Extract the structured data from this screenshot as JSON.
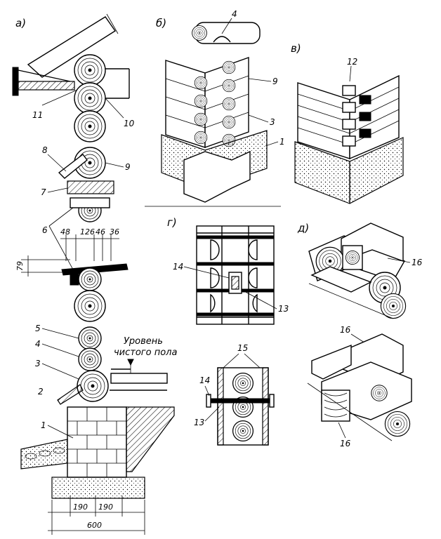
{
  "panels": {
    "a": "а)",
    "b": "б)",
    "v": "в)",
    "g": "г)",
    "d": "д)"
  },
  "labels": {
    "n1_a": "1",
    "n2_a": "2",
    "n3_a": "3",
    "n4_a": "4",
    "n5_a": "5",
    "n6_a": "6",
    "n7_a": "7",
    "n8_a": "8",
    "n9_a": "9",
    "n10_a": "10",
    "n11_a": "11",
    "n4_b": "4",
    "n9_b": "9",
    "n3_b": "3",
    "n1_b": "1",
    "n12_v": "12",
    "n14_g": "14",
    "n13_g": "13",
    "n15_g": "15",
    "n14_g2": "14",
    "n13_g2": "13",
    "n16_d1": "16",
    "n16_d2": "16",
    "n16_d3": "16"
  },
  "dimensions": {
    "d48": "48",
    "d126": "126",
    "d46": "46",
    "d36": "36",
    "d79": "79",
    "d190a": "190",
    "d190b": "190",
    "d600": "600"
  },
  "caption": {
    "line1": "Уровень",
    "line2": "чистого пола"
  }
}
